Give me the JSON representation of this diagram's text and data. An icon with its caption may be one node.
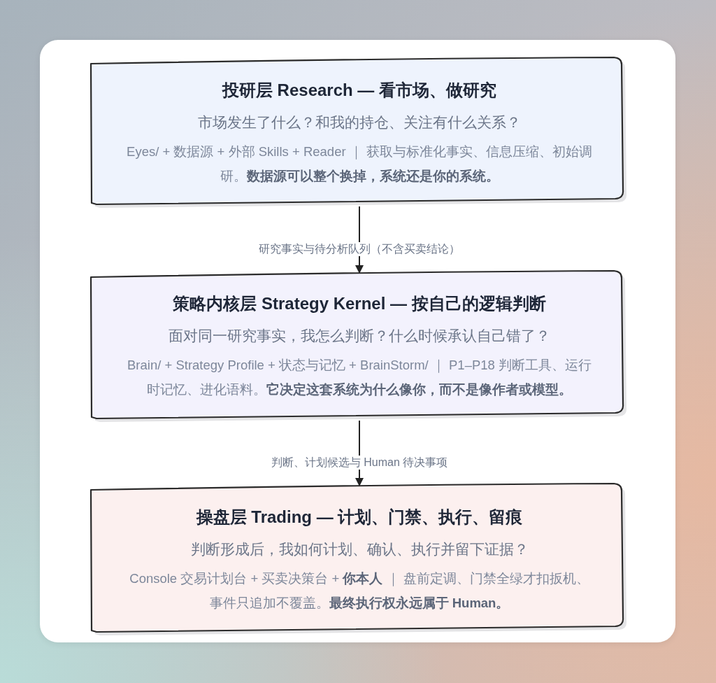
{
  "diagram": {
    "nodes": [
      {
        "text": [
          "投研层 Research — 看市场、做研究",
          "市场发生了什么？和我的持仓、关注有什么关系？",
          "Eyes/ + 数据源 + 外部 Skills + Reader ｜ 获取与标准化事实、信息压缩、初始调研。**数据源可以整个换掉，系统还是你的系统。**"
        ]
      },
      {
        "text": [
          "策略内核层 Strategy Kernel — 按自己的逻辑判断",
          "面对同一研究事实，我怎么判断？什么时候承认自己错了？",
          "Brain/ + Strategy Profile + 状态与记忆 + BrainStorm/ ｜ P1–P18 判断工具、运行时记忆、进化语料。**它决定这套系统为什么像你，而不是像作者或模型。**"
        ]
      },
      {
        "text": [
          "操盘层 Trading — 计划、门禁、执行、留痕",
          "判断形成后，我如何计划、确认、执行并留下证据？",
          "Console 交易计划台 + 买卖决策台 + **你本人** ｜ 盘前定调、门禁全绿才扣扳机、事件只追加不覆盖。**最终执行权永远属于 Human。**"
        ]
      }
    ],
    "edges": [
      {
        "from": 0,
        "to": 1,
        "arrow": "to",
        "label": "研究事实与待分析队列（不含买卖结论）"
      },
      {
        "from": 1,
        "to": 2,
        "arrow": "to",
        "label": "判断、计划候选与 Human 待决事项"
      }
    ]
  }
}
